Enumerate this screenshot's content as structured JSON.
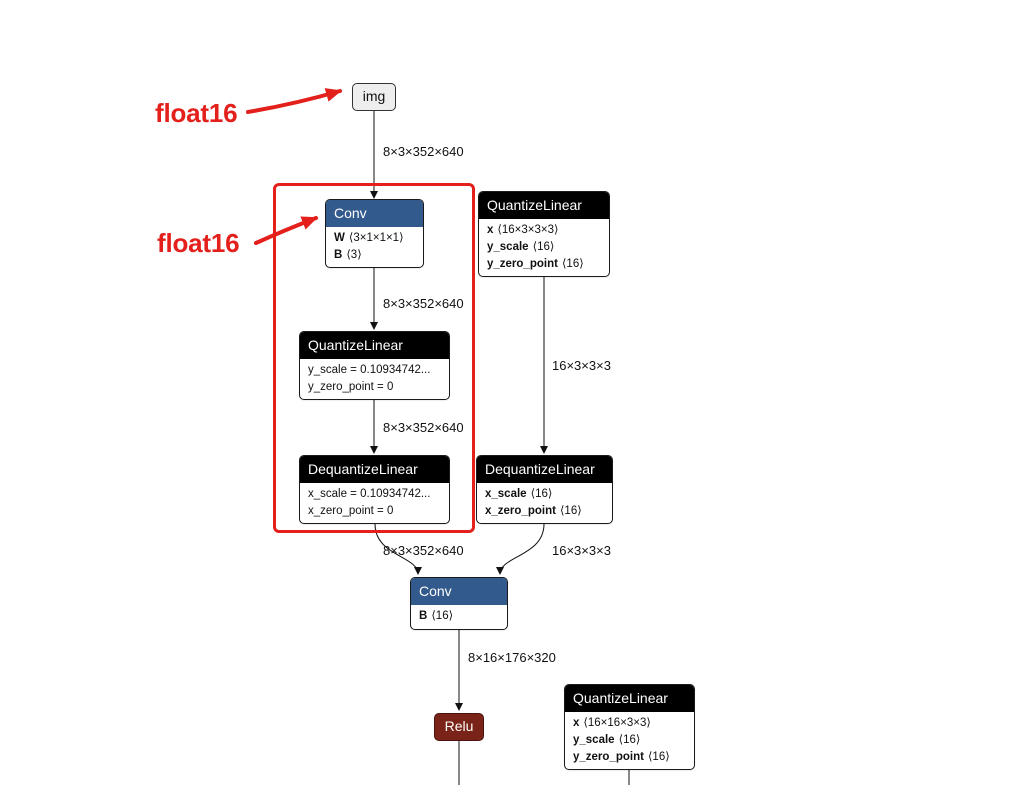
{
  "graph": {
    "input": {
      "label": "img"
    },
    "annotations": [
      {
        "text": "float16"
      },
      {
        "text": "float16"
      }
    ],
    "conv1": {
      "title": "Conv",
      "attrs": [
        {
          "name": "W",
          "value": "⟨3×1×1×1⟩"
        },
        {
          "name": "B",
          "value": "⟨3⟩"
        }
      ]
    },
    "quant1": {
      "title": "QuantizeLinear",
      "attrs": [
        {
          "text": "y_scale = 0.10934742..."
        },
        {
          "text": "y_zero_point = 0"
        }
      ]
    },
    "dequant1": {
      "title": "DequantizeLinear",
      "attrs": [
        {
          "text": "x_scale = 0.10934742..."
        },
        {
          "text": "x_zero_point = 0"
        }
      ]
    },
    "quant2": {
      "title": "QuantizeLinear",
      "attrs": [
        {
          "name": "x",
          "value": "⟨16×3×3×3⟩"
        },
        {
          "name": "y_scale",
          "value": "⟨16⟩"
        },
        {
          "name": "y_zero_point",
          "value": "⟨16⟩"
        }
      ]
    },
    "dequant2": {
      "title": "DequantizeLinear",
      "attrs": [
        {
          "name": "x_scale",
          "value": "⟨16⟩"
        },
        {
          "name": "x_zero_point",
          "value": "⟨16⟩"
        }
      ]
    },
    "conv2": {
      "title": "Conv",
      "attrs": [
        {
          "name": "B",
          "value": "⟨16⟩"
        }
      ]
    },
    "relu": {
      "label": "Relu"
    },
    "quant3": {
      "title": "QuantizeLinear",
      "attrs": [
        {
          "name": "x",
          "value": "⟨16×16×3×3⟩"
        },
        {
          "name": "y_scale",
          "value": "⟨16⟩"
        },
        {
          "name": "y_zero_point",
          "value": "⟨16⟩"
        }
      ]
    },
    "edge_labels": {
      "img_to_conv1": "8×3×352×640",
      "conv1_to_quant1": "8×3×352×640",
      "quant1_to_dequant1": "8×3×352×640",
      "quant2_to_dequant2": "16×3×3×3",
      "dequant1_to_conv2": "8×3×352×640",
      "dequant2_to_conv2": "16×3×3×3",
      "conv2_to_relu": "8×16×176×320"
    }
  },
  "colors": {
    "annotation": "#e3201b",
    "conv_header": "#335a8c",
    "quant_header": "#000000",
    "relu": "#7a2318"
  }
}
